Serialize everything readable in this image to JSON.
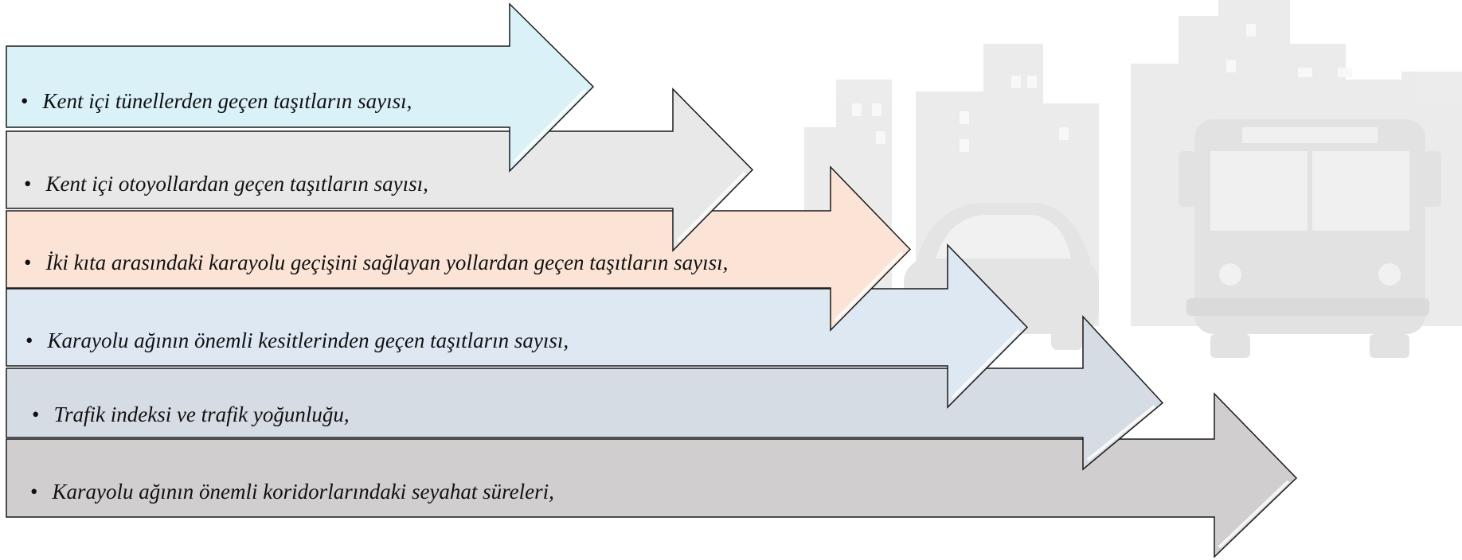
{
  "arrows": [
    {
      "label": "Kent içi tünellerden geçen taşıtların sayısı,",
      "fill": "#d9f1f7"
    },
    {
      "label": "Kent içi otoyollardan geçen taşıtların sayısı,",
      "fill": "#e8e8e8"
    },
    {
      "label": "İki kıta arasındaki karayolu geçişini sağlayan yollardan geçen taşıtların sayısı,",
      "fill": "#fbe4d6"
    },
    {
      "label": "Karayolu ağının önemli kesitlerinden geçen taşıtların sayısı,",
      "fill": "#dee8f3"
    },
    {
      "label": "Trafik indeksi ve trafik yoğunluğu,",
      "fill": "#d6dce4"
    },
    {
      "label": "Karayolu ağının önemli koridorlarındaki seyahat süreleri,",
      "fill": "#d0cece"
    }
  ],
  "bullet": "•",
  "background": {
    "illustration": "city-traffic-silhouette",
    "tone": "#eeeeee"
  }
}
